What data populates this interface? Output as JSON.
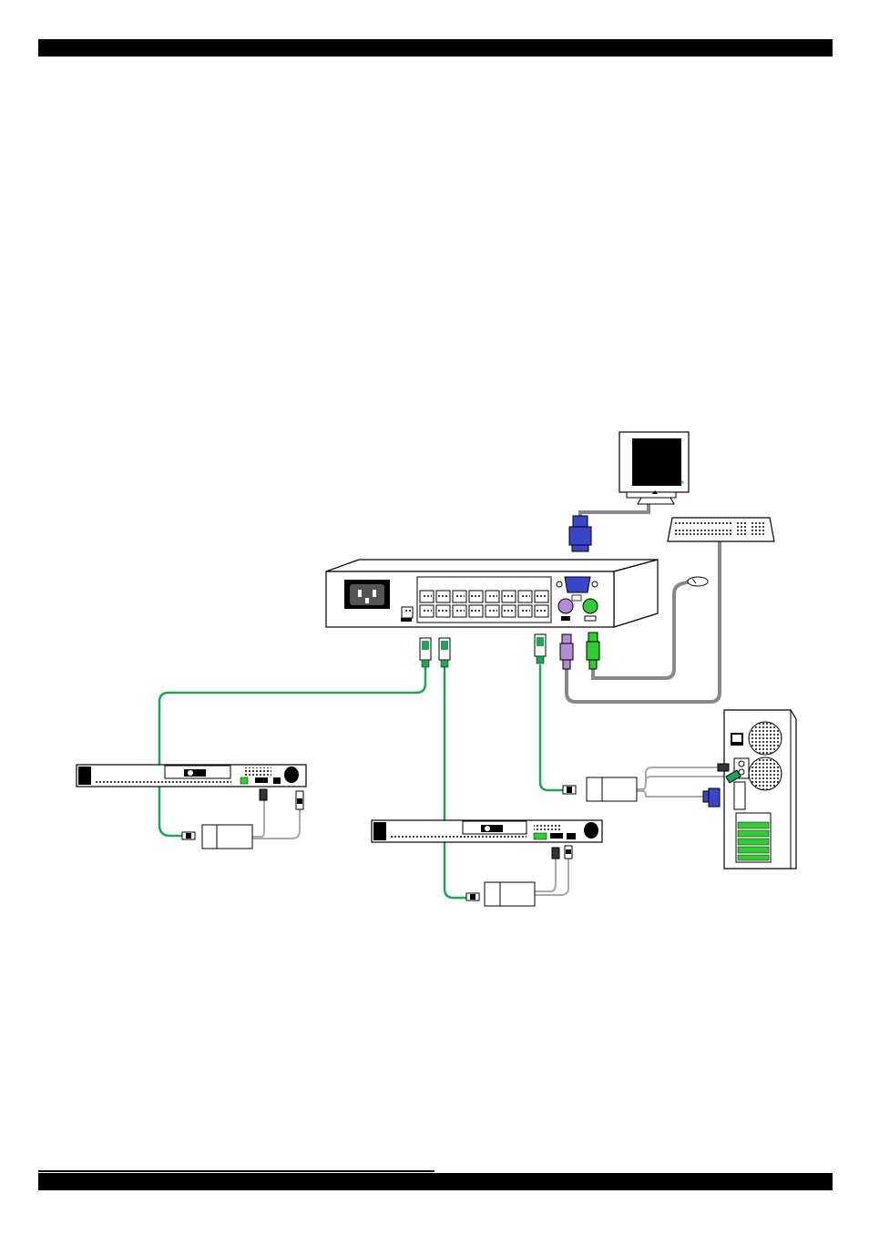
{
  "page": {
    "header_bar_color": "#000000",
    "footer_bar_color": "#000000"
  },
  "diagram": {
    "colors": {
      "cat5_cable": "#22a35a",
      "gray_cable": "#9a9a9a",
      "ps2_keyboard_purple": "#b48cd6",
      "ps2_mouse_green": "#33cc33",
      "vga_blue": "#3a46c8",
      "outline": "#000000"
    },
    "components": [
      "kvm-switch",
      "monitor",
      "keyboard",
      "mouse",
      "rack-server-1",
      "rack-server-2",
      "tower-pc",
      "dongle-1",
      "dongle-2",
      "dongle-3"
    ],
    "kvm_port_count": 16,
    "icons": {
      "power": "power-inlet-icon",
      "vga": "vga-port-icon",
      "keyboard_port": "keyboard-port-icon",
      "mouse_port": "mouse-port-icon"
    }
  }
}
